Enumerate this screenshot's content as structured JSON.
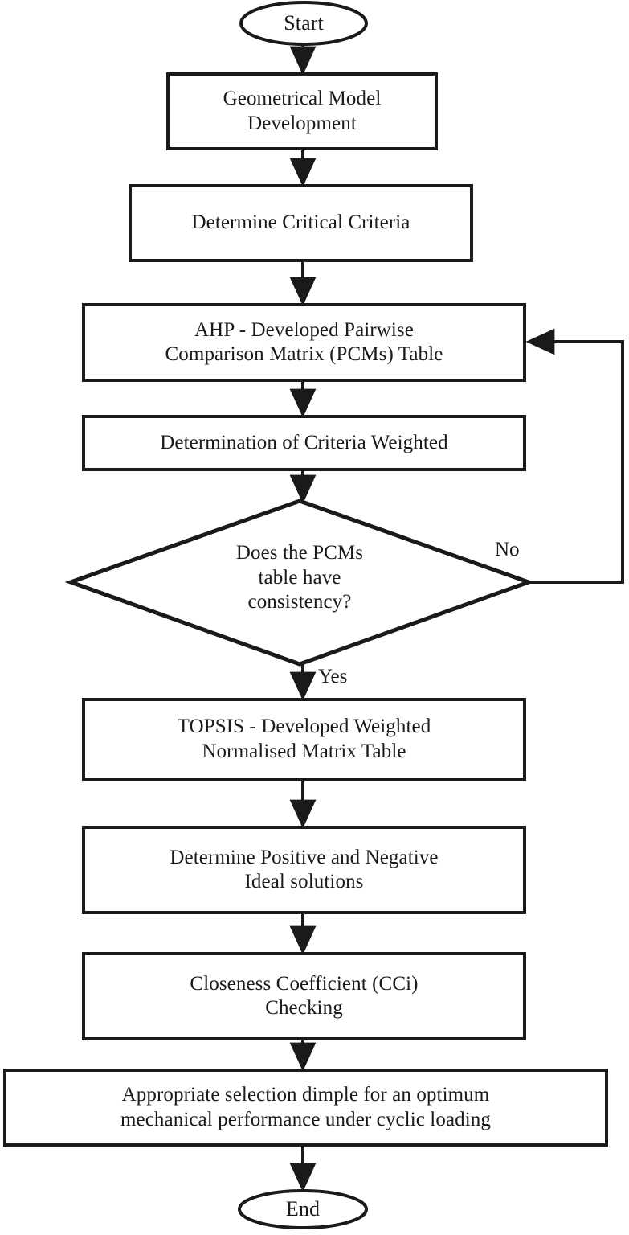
{
  "diagram": {
    "title": "AHP-TOPSIS dimple selection flowchart",
    "type": "flowchart",
    "stroke_color": "#1a1a1a",
    "fill_color": "#ffffff",
    "background": "#ffffff"
  },
  "nodes": {
    "start": {
      "shape": "ellipse",
      "label": "Start"
    },
    "geometrical_model": {
      "shape": "process",
      "label": "Geometrical Model\nDevelopment"
    },
    "determine_criteria": {
      "shape": "process",
      "label": "Determine Critical Criteria"
    },
    "ahp_pcm": {
      "shape": "process",
      "label": "AHP - Developed Pairwise\nComparison Matrix (PCMs) Table"
    },
    "criteria_weighted": {
      "shape": "process",
      "label": "Determination of Criteria Weighted"
    },
    "consistency_decision": {
      "shape": "decision",
      "label": "Does the PCMs\ntable have\nconsistency?"
    },
    "topsis_matrix": {
      "shape": "process",
      "label": "TOPSIS - Developed Weighted\nNormalised Matrix Table"
    },
    "ideal_solutions": {
      "shape": "process",
      "label": "Determine Positive and Negative\nIdeal solutions"
    },
    "closeness_coefficient": {
      "shape": "process",
      "label": "Closeness Coefficient (CCi)\nChecking"
    },
    "final_selection": {
      "shape": "process",
      "label": "Appropriate selection dimple for an optimum\nmechanical performance under cyclic loading"
    },
    "end": {
      "shape": "ellipse",
      "label": "End"
    }
  },
  "edge_labels": {
    "no": "No",
    "yes": "Yes"
  }
}
